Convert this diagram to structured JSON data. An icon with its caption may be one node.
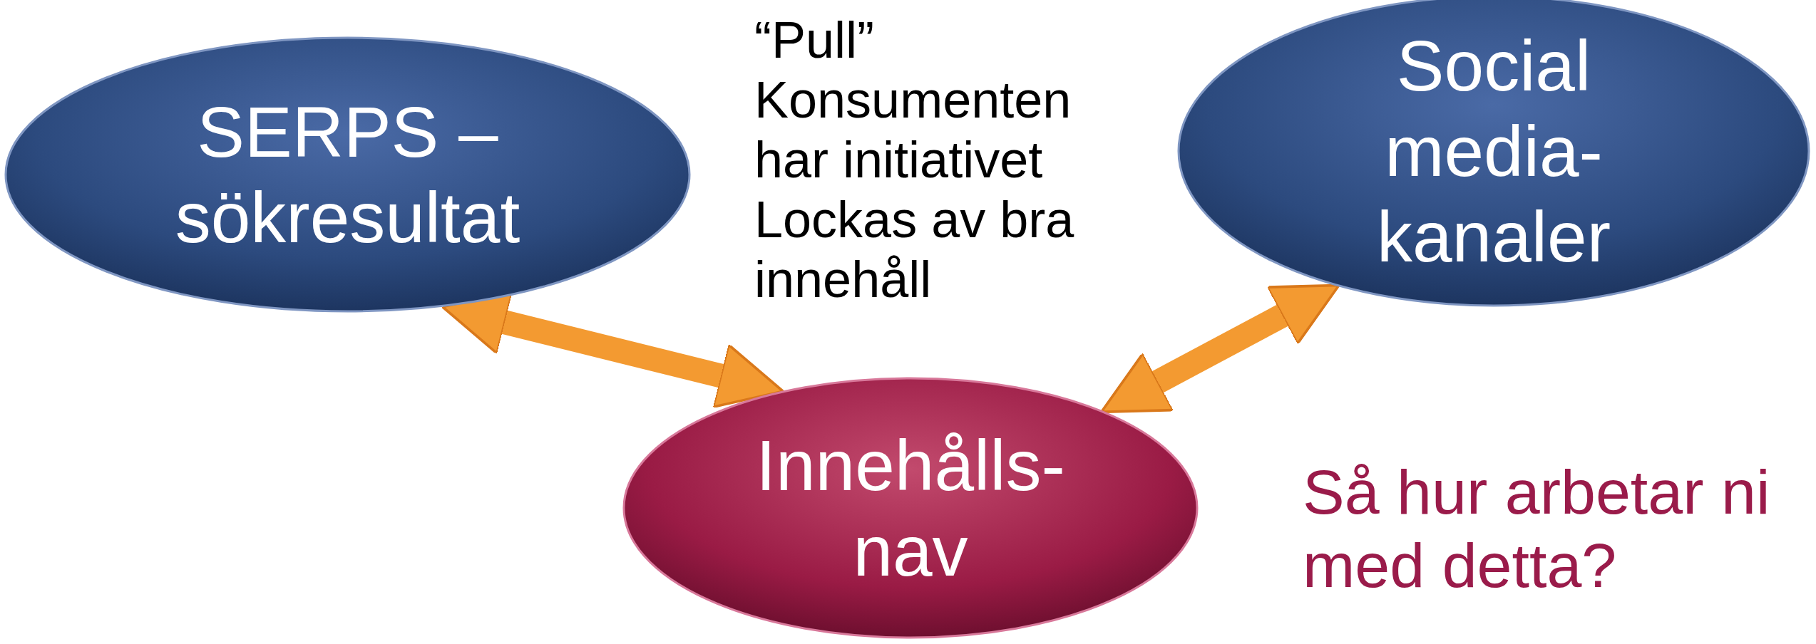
{
  "diagram": {
    "nodes": [
      {
        "text": [
          "SERPS – sökresultat"
        ]
      },
      {
        "text": [
          "Social media-kanaler"
        ]
      },
      {
        "text": [
          "Innehålls-nav"
        ]
      }
    ],
    "edges": [
      {
        "from": 0,
        "to": 2,
        "arrow": "both"
      },
      {
        "from": 2,
        "to": 1,
        "arrow": "both"
      }
    ],
    "labels": [
      "“Pull”",
      "Konsumenten har initiativet",
      "Lockas av bra innehåll",
      "Så hur arbetar ni med detta?"
    ]
  }
}
